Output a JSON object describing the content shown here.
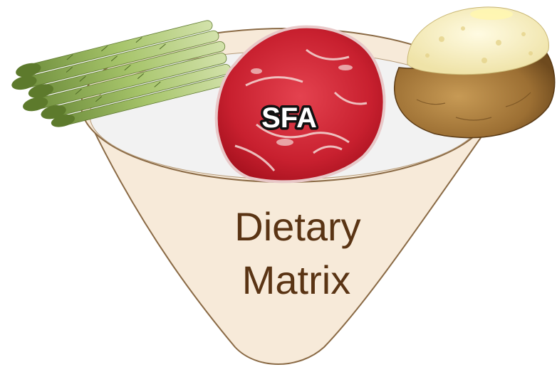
{
  "diagram": {
    "center_label": "SFA",
    "funnel_label_line1": "Dietary",
    "funnel_label_line2": "Matrix"
  },
  "colors": {
    "funnel_fill": "#f7ead9",
    "funnel_stroke": "#8a6a45",
    "rim_inner": "#f2f2f2",
    "text": "#5a3414"
  },
  "icons": {
    "left_food": "asparagus-illustration",
    "center_food": "ribeye-steak-illustration",
    "right_food": "baked-potato-illustration"
  }
}
